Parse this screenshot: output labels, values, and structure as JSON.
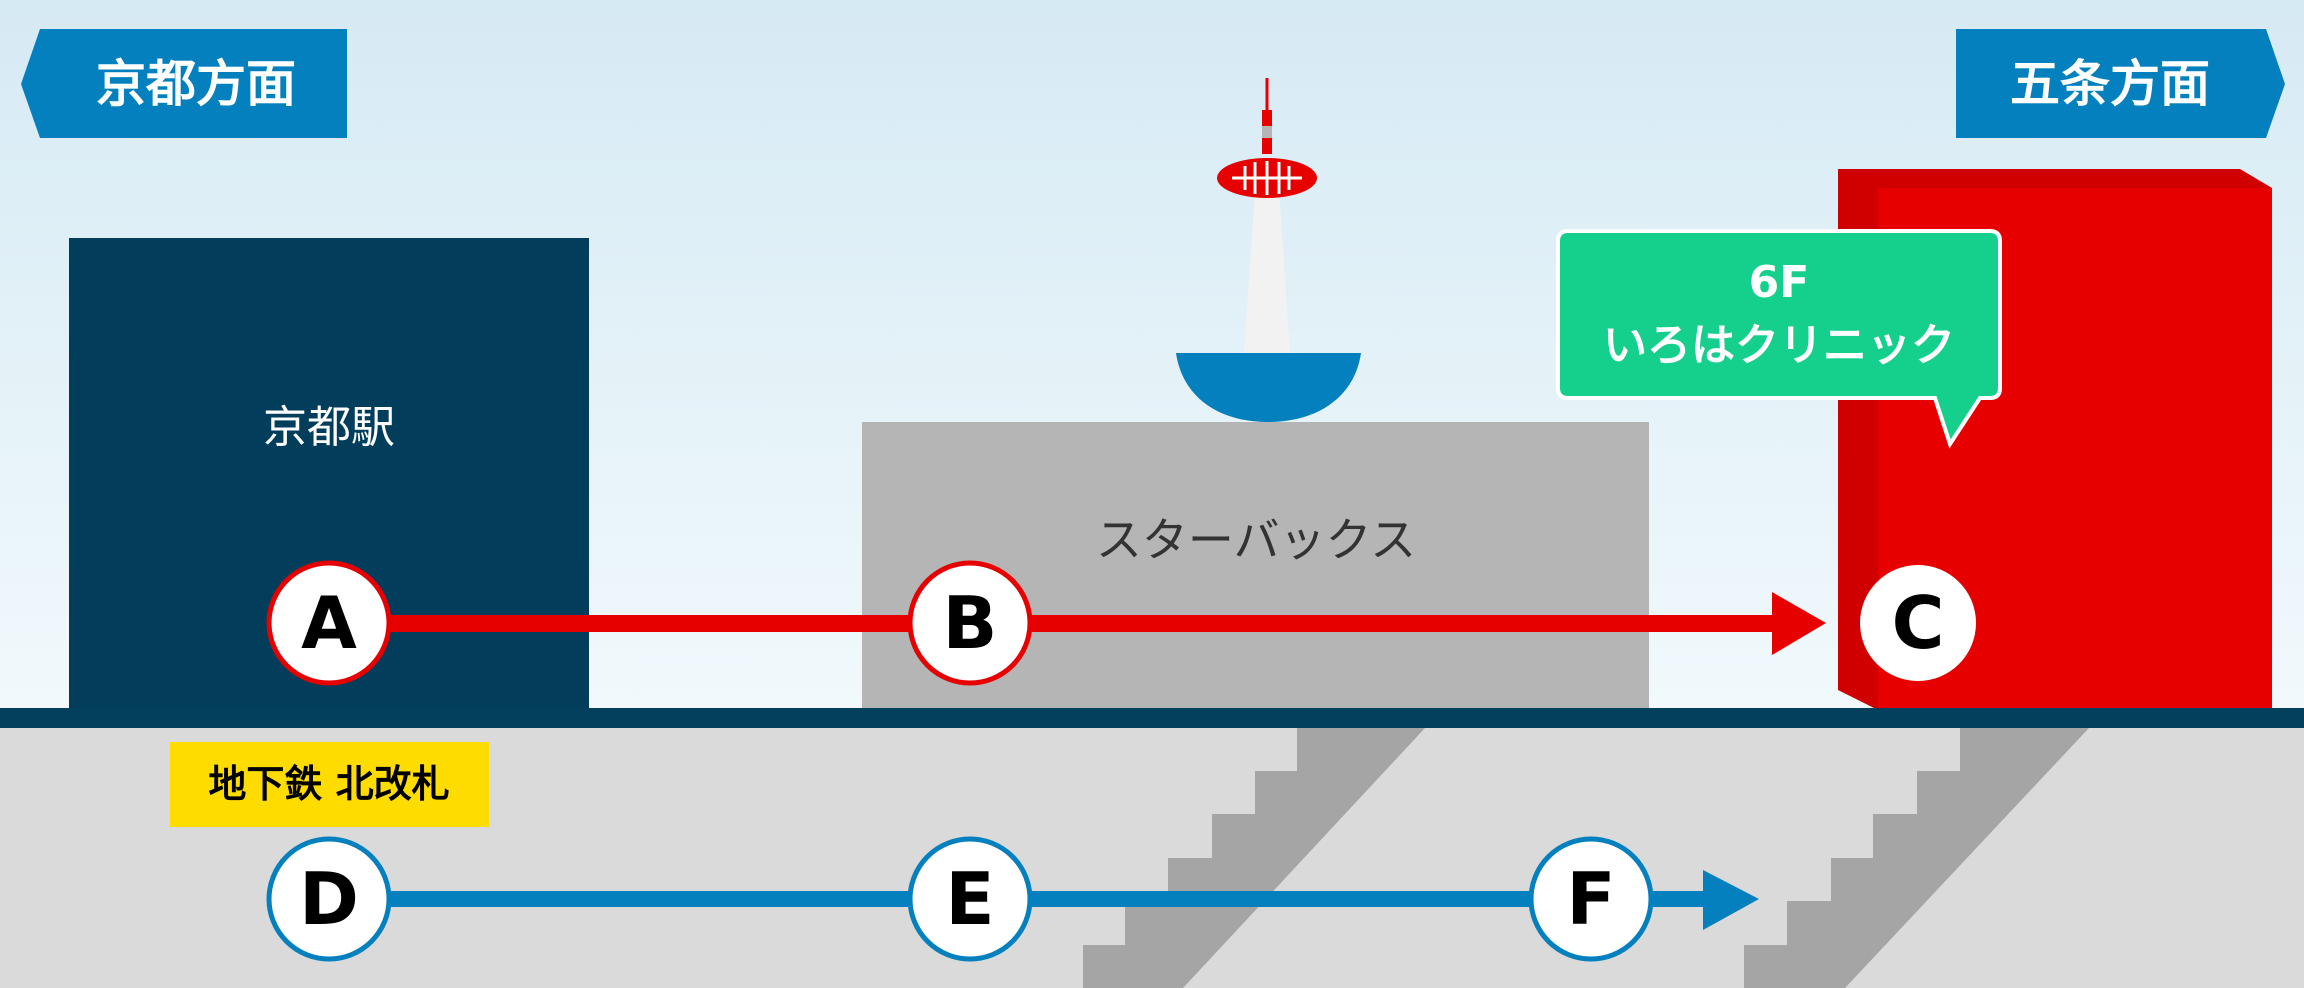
{
  "signs": {
    "left": "京都方面",
    "right": "五条方面"
  },
  "buildings": {
    "station": "京都駅",
    "starbucks": "スターバックス"
  },
  "bubble": {
    "line1": "6F",
    "line2": "いろはクリニック"
  },
  "subway_label": "地下鉄 北改札",
  "points": {
    "a": "A",
    "b": "B",
    "c": "C",
    "d": "D",
    "e": "E",
    "f": "F"
  },
  "colors": {
    "sign": "#0580be",
    "station": "#023e5c",
    "red": "#e60000",
    "blue": "#0580be",
    "green": "#15d08c",
    "yellow": "#ffdc00"
  }
}
